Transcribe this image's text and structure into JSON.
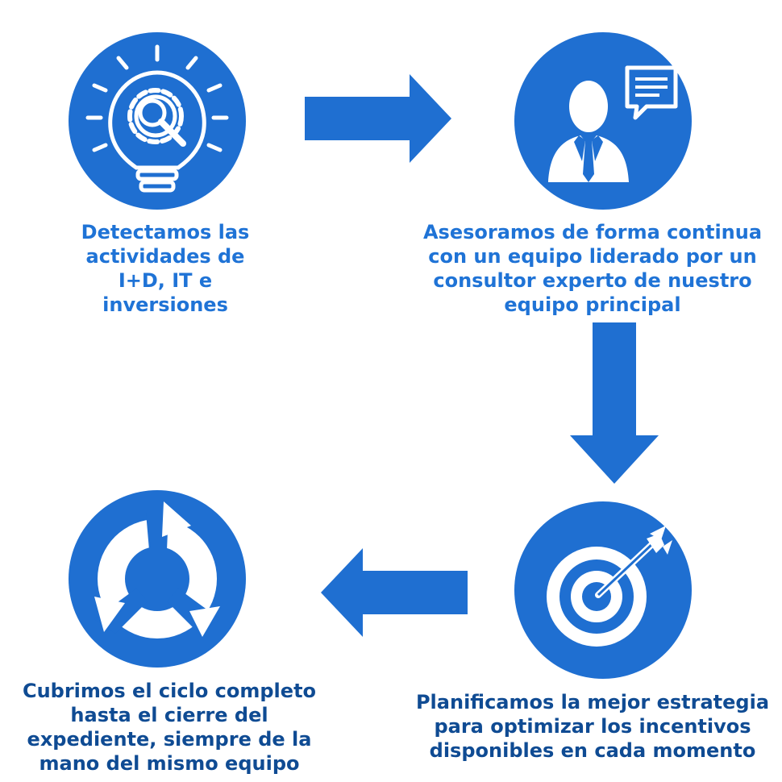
{
  "colors": {
    "circle_fill": "#1f6fd1",
    "arrow_fill": "#1f6fd1",
    "top_text": "#1f73d6",
    "bottom_text": "#0f4b93",
    "icon_stroke": "#ffffff"
  },
  "steps": [
    {
      "icon": "lightbulb-gear-search-icon",
      "text": "Detectamos las\nactividades de\nI+D, IT e\ninversiones"
    },
    {
      "icon": "consultant-speech-bubble-icon",
      "text": "Asesoramos de forma continua\ncon un equipo liderado por un\nconsultor experto de nuestro\nequipo principal"
    },
    {
      "icon": "target-arrow-icon",
      "text": "Planificamos la mejor estrategia\npara optimizar los incentivos\ndisponibles en cada momento"
    },
    {
      "icon": "cycle-arrows-icon",
      "text": "Cubrimos el ciclo completo\nhasta el cierre del\nexpediente, siempre de la\nmano del mismo equipo"
    }
  ],
  "arrows": [
    "arrow-right-icon",
    "arrow-down-icon",
    "arrow-left-icon"
  ]
}
